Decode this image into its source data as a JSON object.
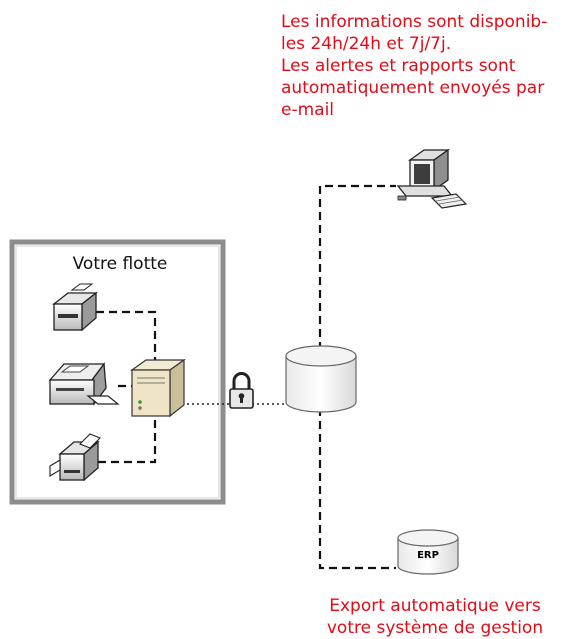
{
  "captions": {
    "top": [
      "Les informations sont disponib-",
      "les 24h/24h et 7j/7j.",
      "Les alertes et rapports sont",
      "automatiquement envoyés par",
      "e-mail"
    ],
    "bottom": [
      "Export automatique vers",
      "votre système de gestion"
    ]
  },
  "fleet": {
    "title": "Votre flotte"
  },
  "erp": {
    "label": "ERP"
  },
  "colors": {
    "caption": "#e30b17",
    "frame": "#8c8c8c",
    "line": "#111111"
  },
  "icons": [
    "computer-icon",
    "printer-icon",
    "server-icon",
    "lock-icon",
    "database-icon"
  ]
}
